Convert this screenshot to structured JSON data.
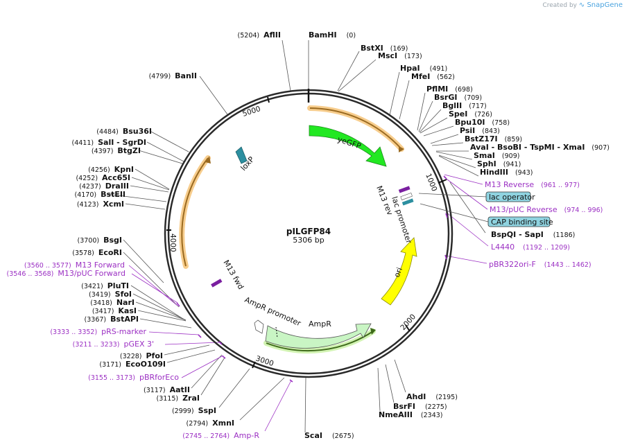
{
  "credit": {
    "prefix": "Created by",
    "brand": "SnapGene"
  },
  "plasmid": {
    "name": "pILGFP84",
    "size_label": "5306 bp",
    "length": 5306
  },
  "ticks": [
    "1000",
    "2000",
    "3000",
    "4000",
    "5000"
  ],
  "enzymes": [
    {
      "name": "BamHI",
      "pos": "(0)"
    },
    {
      "name": "AflII",
      "pos": "(5204)"
    },
    {
      "name": "BstXI",
      "pos": "(169)"
    },
    {
      "name": "MscI",
      "pos": "(173)"
    },
    {
      "name": "HpaI",
      "pos": "(491)"
    },
    {
      "name": "MfeI",
      "pos": "(562)"
    },
    {
      "name": "PflMI",
      "pos": "(698)"
    },
    {
      "name": "BsrGI",
      "pos": "(709)"
    },
    {
      "name": "BglII",
      "pos": "(717)"
    },
    {
      "name": "SpeI",
      "pos": "(726)"
    },
    {
      "name": "Bpu10I",
      "pos": "(758)"
    },
    {
      "name": "PsiI",
      "pos": "(843)"
    },
    {
      "name": "BstZ17I",
      "pos": "(859)"
    },
    {
      "name": "AvaI - BsoBI - TspMI - XmaI",
      "pos": "(907)"
    },
    {
      "name": "SmaI",
      "pos": "(909)"
    },
    {
      "name": "SphI",
      "pos": "(941)"
    },
    {
      "name": "HindIII",
      "pos": "(943)"
    },
    {
      "name": "BspQI - SapI",
      "pos": "(1186)"
    },
    {
      "name": "AhdI",
      "pos": "(2195)"
    },
    {
      "name": "BsrFI",
      "pos": "(2275)"
    },
    {
      "name": "NmeAIII",
      "pos": "(2343)"
    },
    {
      "name": "ScaI",
      "pos": "(2675)"
    },
    {
      "name": "XmnI",
      "pos": "(2794)"
    },
    {
      "name": "SspI",
      "pos": "(2999)"
    },
    {
      "name": "ZraI",
      "pos": "(3115)"
    },
    {
      "name": "AatII",
      "pos": "(3117)"
    },
    {
      "name": "EcoO109I",
      "pos": "(3171)"
    },
    {
      "name": "PfoI",
      "pos": "(3228)"
    },
    {
      "name": "BstAPI",
      "pos": "(3367)"
    },
    {
      "name": "KasI",
      "pos": "(3417)"
    },
    {
      "name": "NarI",
      "pos": "(3418)"
    },
    {
      "name": "SfoI",
      "pos": "(3419)"
    },
    {
      "name": "PluTI",
      "pos": "(3421)"
    },
    {
      "name": "EcoRI",
      "pos": "(3578)"
    },
    {
      "name": "BsgI",
      "pos": "(3700)"
    },
    {
      "name": "XcmI",
      "pos": "(4123)"
    },
    {
      "name": "BstEII",
      "pos": "(4170)"
    },
    {
      "name": "DraIII",
      "pos": "(4237)"
    },
    {
      "name": "Acc65I",
      "pos": "(4252)"
    },
    {
      "name": "KpnI",
      "pos": "(4256)"
    },
    {
      "name": "BtgZI",
      "pos": "(4397)"
    },
    {
      "name": "SalI - SgrDI",
      "pos": "(4411)"
    },
    {
      "name": "Bsu36I",
      "pos": "(4484)"
    },
    {
      "name": "BanII",
      "pos": "(4799)"
    }
  ],
  "primers": [
    {
      "name": "M13 Reverse",
      "pos": "(961 .. 977)"
    },
    {
      "name": "M13/pUC Reverse",
      "pos": "(974 .. 996)"
    },
    {
      "name": "L4440",
      "pos": "(1192 .. 1209)"
    },
    {
      "name": "pBR322ori-F",
      "pos": "(1443 .. 1462)"
    },
    {
      "name": "Amp-R",
      "pos": "(2745 .. 2764)"
    },
    {
      "name": "pBRforEco",
      "pos": "(3155 .. 3173)"
    },
    {
      "name": "pGEX 3'",
      "pos": "(3211 .. 3233)"
    },
    {
      "name": "pRS-marker",
      "pos": "(3333 .. 3352)"
    },
    {
      "name": "M13/pUC Forward",
      "pos": "(3546 .. 3568)"
    },
    {
      "name": "M13 Forward",
      "pos": "(3560 .. 3577)"
    }
  ],
  "boxed_features": [
    "lac operator",
    "CAP binding site"
  ],
  "features": {
    "yegfp": "yeGFP",
    "loxp": "loxP",
    "m13rev": "M13 rev",
    "lacprom": "lac promoter",
    "ori": "ori",
    "m13fwd": "M13 fwd",
    "ampprom": "AmpR promoter",
    "ampr": "AmpR"
  },
  "colors": {
    "backbone": "#2a2a2a",
    "primer": "#9b2fc3",
    "yegfp": "#22e822",
    "ori": "#ffff00",
    "ampr": "#c9f5c4",
    "loxp": "#2c8fa0",
    "orf_arc": "#b07a2a",
    "orf_halo": "#f5c070",
    "boxed_feature_fill": "#8fd3e0"
  }
}
